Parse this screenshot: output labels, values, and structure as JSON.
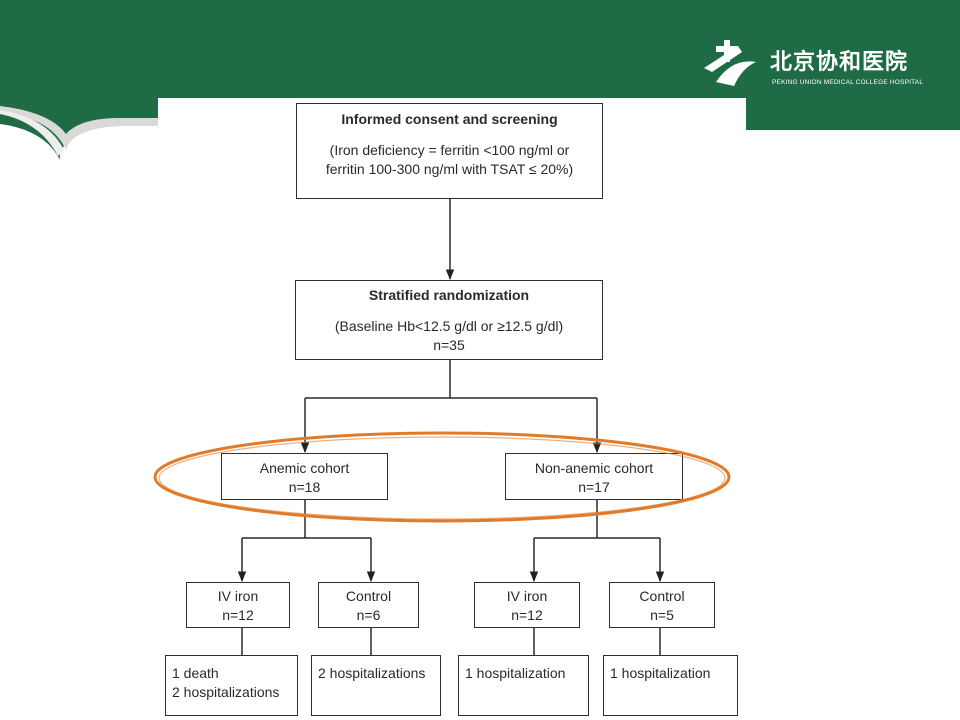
{
  "header": {
    "logo_name": "北京协和医院",
    "logo_subtitle": "PEKING UNION MEDICAL COLLEGE HOSPITAL",
    "theme_color": "#1f6b45",
    "highlight_color": "#e07b2a"
  },
  "flowchart": {
    "screening": {
      "title": "Informed consent and screening",
      "line1": "(Iron deficiency = ferritin <100 ng/ml or",
      "line2": "ferritin 100-300 ng/ml with TSAT ≤ 20%)"
    },
    "randomization": {
      "title": "Stratified randomization",
      "line1": "(Baseline Hb<12.5 g/dl or ≥12.5 g/dl)",
      "line2": "n=35"
    },
    "anemic": {
      "label": "Anemic cohort",
      "n": "n=18"
    },
    "non_anemic": {
      "label": "Non-anemic cohort",
      "n": "n=17"
    },
    "anemic_iv": {
      "label": "IV iron",
      "n": "n=12"
    },
    "anemic_control": {
      "label": "Control",
      "n": "n=6"
    },
    "non_anemic_iv": {
      "label": "IV iron",
      "n": "n=12"
    },
    "non_anemic_control": {
      "label": "Control",
      "n": "n=5"
    },
    "outcome_anemic_iv": {
      "line1": "1 death",
      "line2": "2 hospitalizations"
    },
    "outcome_anemic_control": {
      "line1": "2 hospitalizations"
    },
    "outcome_non_anemic_iv": {
      "line1": "1 hospitalization"
    },
    "outcome_non_anemic_control": {
      "line1": "1 hospitalization"
    }
  }
}
